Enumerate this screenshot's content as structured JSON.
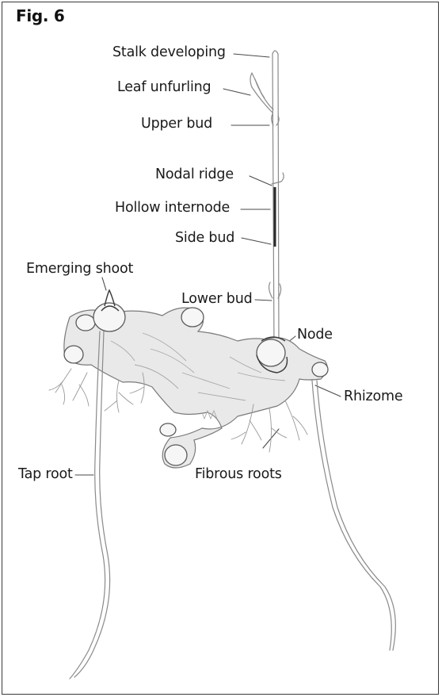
{
  "figure": {
    "title": "Fig. 6"
  },
  "labels": {
    "stalk_developing": "Stalk developing",
    "leaf_unfurling": "Leaf unfurling",
    "upper_bud": "Upper bud",
    "nodal_ridge": "Nodal ridge",
    "hollow_internode": "Hollow internode",
    "side_bud": "Side bud",
    "emerging_shoot": "Emerging shoot",
    "lower_bud": "Lower bud",
    "node": "Node",
    "rhizome": "Rhizome",
    "tap_root": "Tap root",
    "fibrous_roots": "Fibrous roots"
  },
  "colors": {
    "line": "#4a4a4a",
    "sketch": "#8a8a8a",
    "shade": "#c9c9c9",
    "frame": "#3a3a3a"
  }
}
